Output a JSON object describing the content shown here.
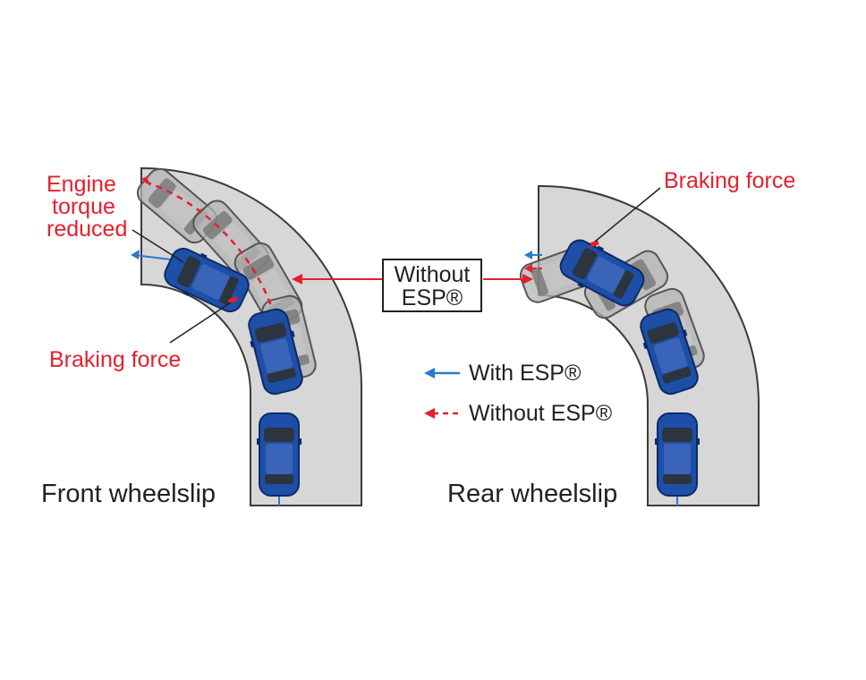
{
  "colors": {
    "road": "#d7d7d7",
    "road_edge": "#3a3a3a",
    "car_blue": "#1d4fa8",
    "car_gray": "#9a9a9a",
    "with_esp": "#2a7bc4",
    "without_esp": "#e4202c"
  },
  "icons": {
    "car": "car-icon",
    "arrow_left": "arrow-left-icon"
  },
  "front": {
    "title": "Front wheelslip",
    "engine_label_1": "Engine",
    "engine_label_2": "torque",
    "engine_label_3": "reduced",
    "braking_label": "Braking force"
  },
  "rear": {
    "title": "Rear wheelslip",
    "braking_label": "Braking force"
  },
  "center_box": {
    "line1": "Without",
    "line2": "ESP®"
  },
  "legend": {
    "with_label": "With ESP®",
    "without_label": "Without ESP®"
  }
}
